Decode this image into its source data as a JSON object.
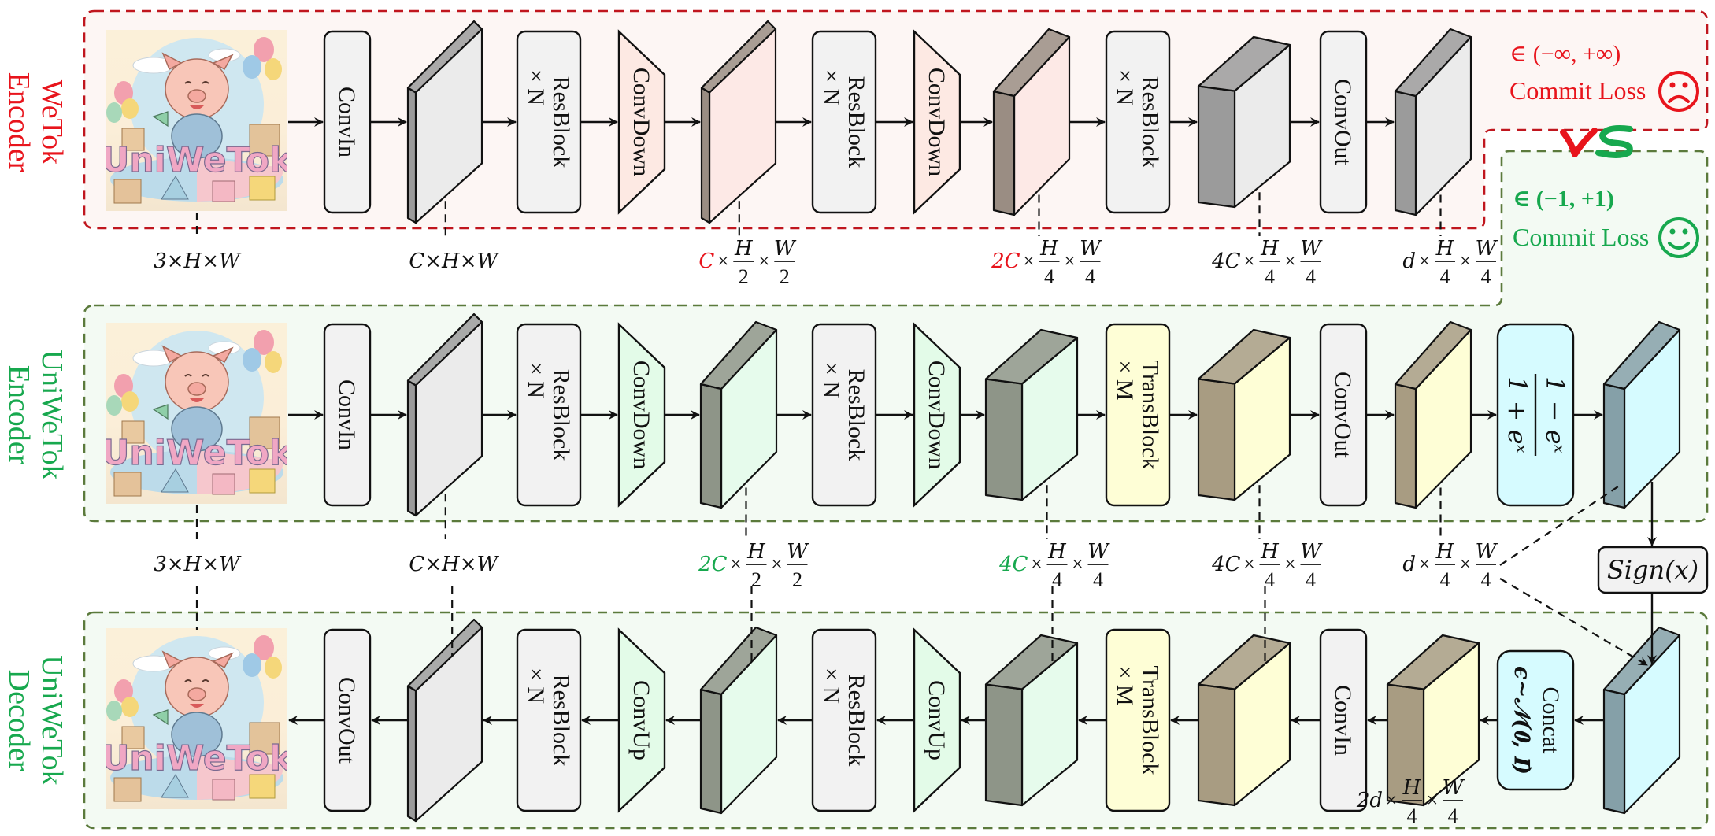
{
  "colors": {
    "red": "#e8141c",
    "red_border": "#c0161e",
    "green": "#17a84e",
    "green_border": "#5b7a3c",
    "red_bg": "#fdf6f4",
    "green_bg": "#f3faf3",
    "block_gray": "#f2f2f2",
    "block_yellow": "#fefed6",
    "block_cyan": "#d6fbff",
    "trap_pink": "#fde9e3",
    "trap_green": "#e3fbe8",
    "slab_gray_face": "#ebebeb",
    "slab_gray_side": "#9b9b9b",
    "slab_pink_face": "#fde9e6",
    "slab_brown_side": "#9a8d83",
    "slab_green_face": "#e6fbec",
    "slab_green_side": "#8e9588",
    "slab_yellow_face": "#fefed6",
    "slab_yellow_side": "#a89c82",
    "slab_cyan_face": "#d6fbff",
    "slab_cyan_side": "#85a0a8"
  },
  "sections": {
    "wetok_encoder": {
      "line1": "WeTok",
      "line2": "Encoder"
    },
    "uniwetok_encoder": {
      "line1": "UniWeTok",
      "line2": "Encoder"
    },
    "uniwetok_decoder": {
      "line1": "UniWeTok",
      "line2": "Decoder"
    }
  },
  "input_image": {
    "caption": "UniWeTok",
    "description": "cartoon pig playing with blocks"
  },
  "rows": {
    "wetok": [
      {
        "kind": "image"
      },
      {
        "kind": "block",
        "label": "ConvIn",
        "fill": "block_gray"
      },
      {
        "kind": "slab",
        "depth": "thin",
        "face": "slab_gray_face",
        "side": "slab_gray_side"
      },
      {
        "kind": "block",
        "label": "ResBlock",
        "sub": "× N",
        "fill": "block_gray"
      },
      {
        "kind": "trap",
        "label": "ConvDown",
        "fill": "trap_pink",
        "dir": "down"
      },
      {
        "kind": "slab",
        "depth": "thin",
        "face": "slab_pink_face",
        "side": "slab_brown_side"
      },
      {
        "kind": "block",
        "label": "ResBlock",
        "sub": "× N",
        "fill": "block_gray"
      },
      {
        "kind": "trap",
        "label": "ConvDown",
        "fill": "trap_pink",
        "dir": "down"
      },
      {
        "kind": "slab",
        "depth": "mid",
        "face": "slab_pink_face",
        "side": "slab_brown_side"
      },
      {
        "kind": "block",
        "label": "ResBlock",
        "sub": "× N",
        "fill": "block_gray"
      },
      {
        "kind": "slab",
        "depth": "thick",
        "face": "slab_gray_face",
        "side": "slab_gray_side"
      },
      {
        "kind": "block",
        "label": "ConvOut",
        "fill": "block_gray"
      },
      {
        "kind": "slab",
        "depth": "mid",
        "face": "slab_gray_face",
        "side": "slab_gray_side"
      }
    ],
    "uni_encoder": [
      {
        "kind": "image"
      },
      {
        "kind": "block",
        "label": "ConvIn",
        "fill": "block_gray"
      },
      {
        "kind": "slab",
        "depth": "thin",
        "face": "slab_gray_face",
        "side": "slab_gray_side"
      },
      {
        "kind": "block",
        "label": "ResBlock",
        "sub": "× N",
        "fill": "block_gray"
      },
      {
        "kind": "trap",
        "label": "ConvDown",
        "fill": "trap_green",
        "dir": "down"
      },
      {
        "kind": "slab",
        "depth": "mid",
        "face": "slab_green_face",
        "side": "slab_green_side"
      },
      {
        "kind": "block",
        "label": "ResBlock",
        "sub": "× N",
        "fill": "block_gray"
      },
      {
        "kind": "trap",
        "label": "ConvDown",
        "fill": "trap_green",
        "dir": "down"
      },
      {
        "kind": "slab",
        "depth": "thick",
        "face": "slab_green_face",
        "side": "slab_green_side"
      },
      {
        "kind": "block",
        "label": "TransBlock",
        "sub": "× M",
        "fill": "block_yellow"
      },
      {
        "kind": "slab",
        "depth": "thick",
        "face": "slab_yellow_face",
        "side": "slab_yellow_side"
      },
      {
        "kind": "block",
        "label": "ConvOut",
        "fill": "block_gray"
      },
      {
        "kind": "slab",
        "depth": "mid",
        "face": "slab_yellow_face",
        "side": "slab_yellow_side"
      },
      {
        "kind": "formula",
        "num": "1 − e^x",
        "den": "1 + e^x",
        "fill": "block_cyan"
      },
      {
        "kind": "slab",
        "depth": "mid",
        "face": "slab_cyan_face",
        "side": "slab_cyan_side"
      }
    ],
    "uni_decoder": [
      {
        "kind": "image"
      },
      {
        "kind": "block",
        "label": "ConvOut",
        "fill": "block_gray"
      },
      {
        "kind": "slab",
        "depth": "thin",
        "face": "slab_gray_face",
        "side": "slab_gray_side"
      },
      {
        "kind": "block",
        "label": "ResBlock",
        "sub": "× N",
        "fill": "block_gray"
      },
      {
        "kind": "trap",
        "label": "ConvUp",
        "fill": "trap_green",
        "dir": "up"
      },
      {
        "kind": "slab",
        "depth": "mid",
        "face": "slab_green_face",
        "side": "slab_green_side"
      },
      {
        "kind": "block",
        "label": "ResBlock",
        "sub": "× N",
        "fill": "block_gray"
      },
      {
        "kind": "trap",
        "label": "ConvUp",
        "fill": "trap_green",
        "dir": "up"
      },
      {
        "kind": "slab",
        "depth": "thick",
        "face": "slab_green_face",
        "side": "slab_green_side"
      },
      {
        "kind": "block",
        "label": "TransBlock",
        "sub": "× M",
        "fill": "block_yellow"
      },
      {
        "kind": "slab",
        "depth": "thick",
        "face": "slab_yellow_face",
        "side": "slab_yellow_side"
      },
      {
        "kind": "block",
        "label": "ConvIn",
        "fill": "block_gray"
      },
      {
        "kind": "slab",
        "depth": "thick",
        "face": "slab_yellow_face",
        "side": "slab_yellow_side"
      },
      {
        "kind": "concat",
        "label": "Concat",
        "sub": "ϵ∼𝒩(𝟎, 𝐈)",
        "fill": "block_cyan"
      },
      {
        "kind": "slab",
        "depth": "mid",
        "face": "slab_cyan_face",
        "side": "slab_cyan_side"
      }
    ]
  },
  "shape_labels": {
    "wetok": [
      {
        "prefix": "3×H×W",
        "prefix_color": null
      },
      {
        "prefix": "C×H×W",
        "prefix_color": null
      },
      {
        "prefix": "C",
        "prefix_color": "red",
        "frac": true,
        "h": "2",
        "w": "2"
      },
      {
        "prefix": "2C",
        "prefix_color": "red",
        "frac": true,
        "h": "4",
        "w": "4"
      },
      {
        "prefix": "4C",
        "prefix_color": null,
        "frac": true,
        "h": "4",
        "w": "4"
      },
      {
        "prefix": "d",
        "prefix_color": null,
        "frac": true,
        "h": "4",
        "w": "4"
      }
    ],
    "uni": [
      {
        "prefix": "3×H×W",
        "prefix_color": null
      },
      {
        "prefix": "C×H×W",
        "prefix_color": null
      },
      {
        "prefix": "2C",
        "prefix_color": "green",
        "frac": true,
        "h": "2",
        "w": "2"
      },
      {
        "prefix": "4C",
        "prefix_color": "green",
        "frac": true,
        "h": "4",
        "w": "4"
      },
      {
        "prefix": "4C",
        "prefix_color": null,
        "frac": true,
        "h": "4",
        "w": "4"
      },
      {
        "prefix": "d",
        "prefix_color": null,
        "frac": true,
        "h": "4",
        "w": "4"
      }
    ],
    "decoder_concat": {
      "prefix": "2d",
      "h": "4",
      "w": "4"
    }
  },
  "comparison": {
    "wetok_range": "∈ (−∞, +∞)",
    "wetok_loss": "Commit Loss",
    "wetok_face": "☹",
    "vs": "VS",
    "uni_range": "∈ (−1, +1)",
    "uni_loss": "Commit Loss",
    "uni_face": "☺"
  },
  "sign_box": {
    "label": "Sign(x)"
  },
  "frac_symbols": {
    "H": "H",
    "W": "W",
    "times": "×"
  }
}
